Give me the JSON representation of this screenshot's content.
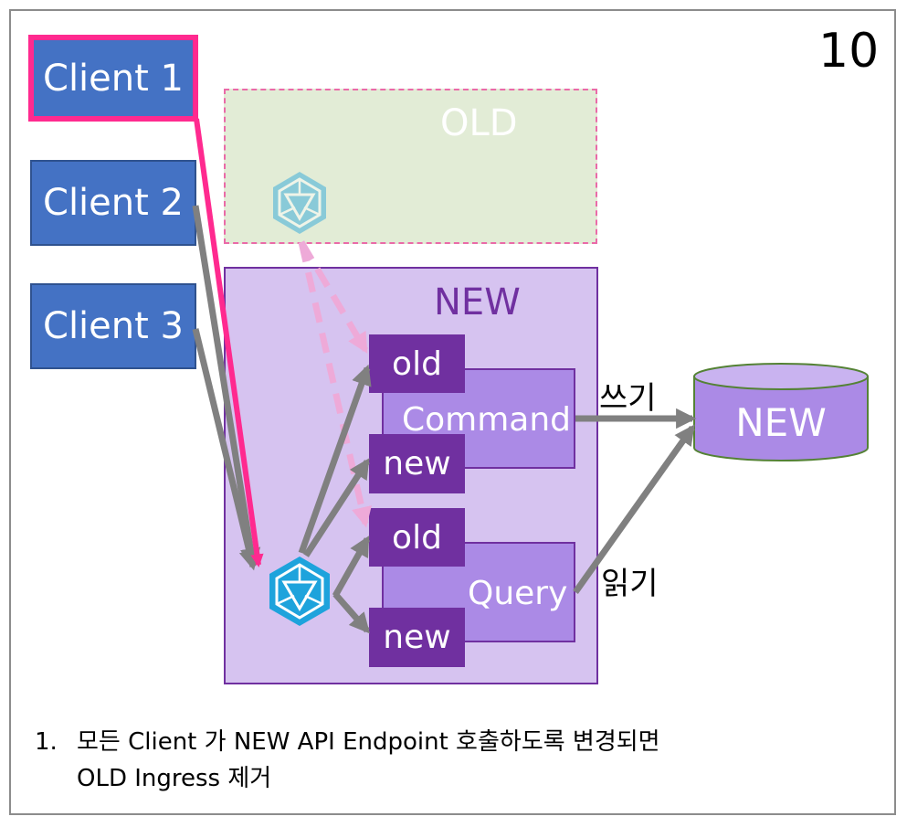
{
  "slide_number": "10",
  "clients": [
    "Client 1",
    "Client 2",
    "Client 3"
  ],
  "old_box_label": "OLD",
  "new_box_label": "NEW",
  "services": {
    "command": "Command",
    "query": "Query"
  },
  "versions": {
    "old": "old",
    "new": "new"
  },
  "database_label": "NEW",
  "edge_labels": {
    "write": "쓰기",
    "read": "읽기"
  },
  "notes": {
    "number": "1.",
    "line1": "모든 Client 가 NEW API Endpoint 호출하도록 변경되면",
    "line2": "OLD Ingress 제거"
  },
  "colors": {
    "client_fill": "#4472c4",
    "highlight": "#ff2a8f",
    "new_area": "#d6c3f0",
    "old_area": "#e2ecd6",
    "tag_fill": "#7030a0",
    "service_fill": "#ab8ae6",
    "arrow": "#808080",
    "ingress_icon": "#1ea3dc"
  }
}
